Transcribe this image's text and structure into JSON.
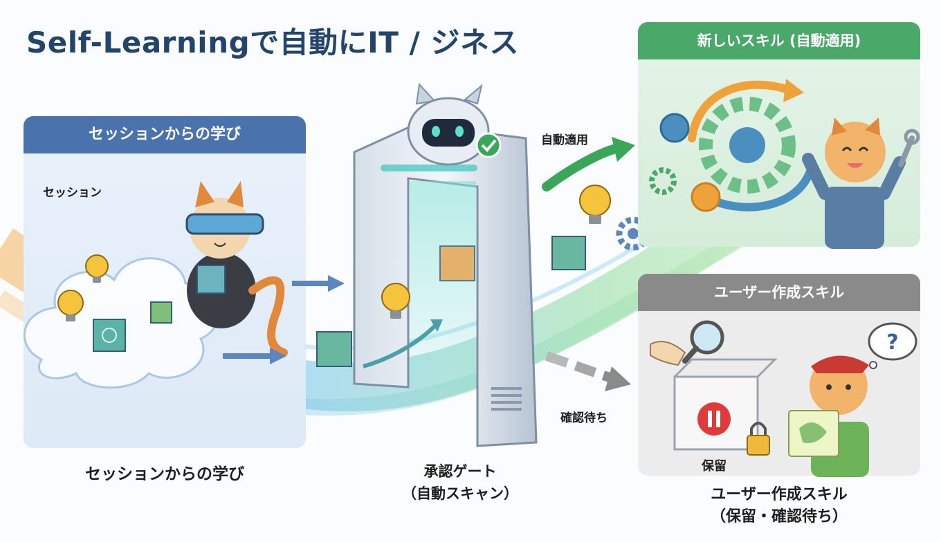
{
  "title": "Self-Learningで自動にIT / ジネス",
  "left_panel": {
    "header": "セッションからの学び",
    "session_label": "セッション",
    "caption": "セッションからの学び"
  },
  "gate": {
    "caption_line1": "承認ゲート",
    "caption_line2": "（自動スキャン）"
  },
  "arrows": {
    "auto_apply": "自動適用",
    "pending": "確認待ち"
  },
  "top_right_panel": {
    "header": "新しいスキル (自動適用)"
  },
  "bottom_right_panel": {
    "header": "ユーザー作成スキル",
    "hold_label": "保留",
    "caption_line1": "ユーザー作成スキル",
    "caption_line2": "（保留・確認待ち）"
  },
  "colors": {
    "title": "#24456b",
    "left_header": "#4a73ad",
    "top_right_header": "#4aa868",
    "bottom_right_header": "#8a8a8a",
    "auto_arrow": "#3aa65a",
    "pending_arrow": "#8a8a8a",
    "pause_red": "#e03a3a"
  },
  "icons": [
    "cat-engineer-icon",
    "robot-cat-icon",
    "check-icon",
    "lightbulb-icon",
    "cube-icon",
    "gear-icon",
    "wrench-icon",
    "magnifier-icon",
    "lock-icon",
    "pause-icon",
    "question-icon",
    "cloud-icon"
  ]
}
